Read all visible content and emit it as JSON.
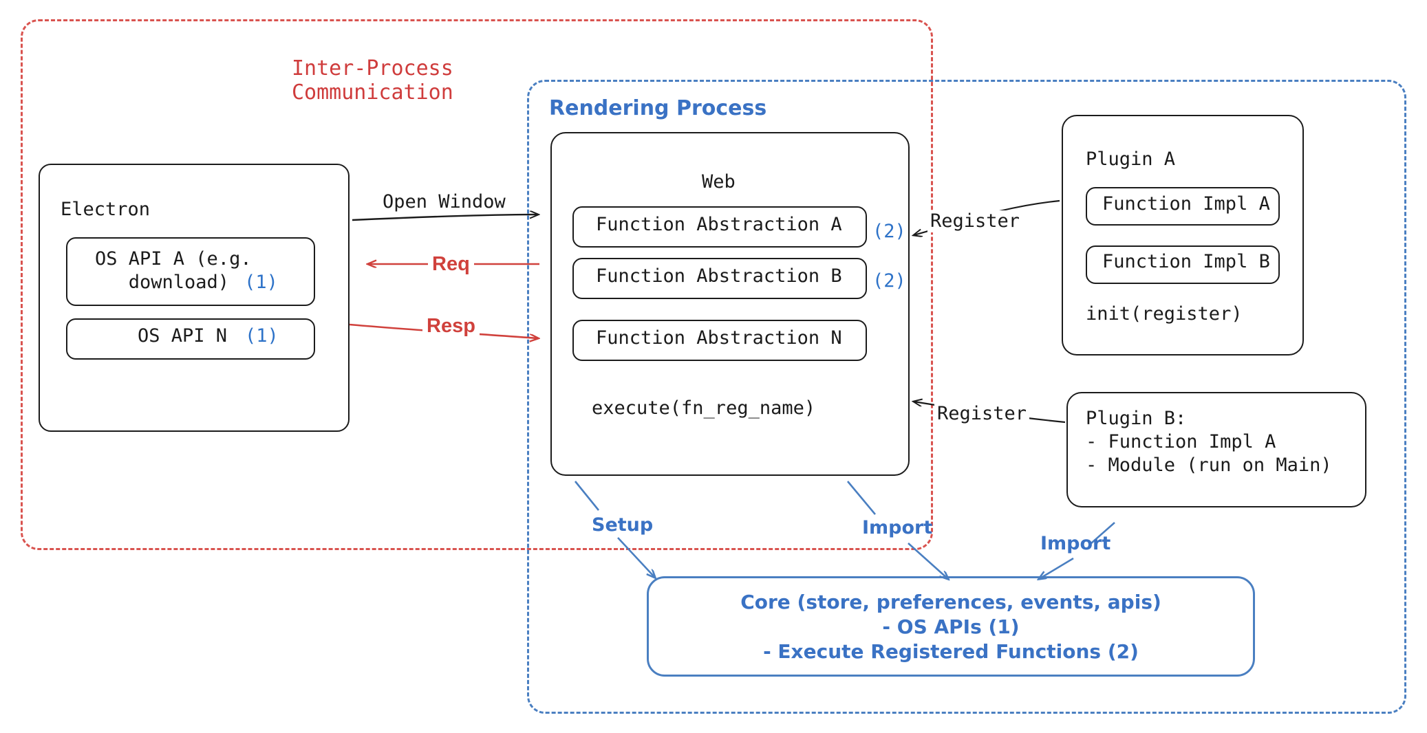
{
  "containers": {
    "ipc": {
      "title": "Inter-Process\nCommunication",
      "color": "#cf3c3c",
      "style": "dashed"
    },
    "rendering": {
      "title": "Rendering Process",
      "color": "#3a72c4",
      "style": "dashed"
    }
  },
  "electron": {
    "title": "Electron",
    "os_api_a": {
      "text": "OS API A (e.g.\n   download)",
      "badge": "(1)"
    },
    "os_api_n": {
      "text": "OS API N",
      "badge": "(1)"
    }
  },
  "web": {
    "title": "Web",
    "abstractions": [
      {
        "label": "Function Abstraction A",
        "badge": "(2)"
      },
      {
        "label": "Function Abstraction B",
        "badge": "(2)"
      },
      {
        "label": "Function Abstraction N",
        "badge": ""
      }
    ],
    "execute": "execute(fn_reg_name)"
  },
  "plugin_a": {
    "title": "Plugin A",
    "impl_a": "Function Impl A",
    "impl_b": "Function Impl B",
    "init": "init(register)"
  },
  "plugin_b": {
    "text": "Plugin B:\n- Function Impl A\n- Module (run on Main)"
  },
  "core": {
    "text": "Core (store, preferences, events, apis)\n- OS APIs (1)\n- Execute Registered Functions (2)",
    "color": "#3a72c4"
  },
  "edges": {
    "open_window": "Open Window",
    "req": "Req",
    "resp": "Resp",
    "register_plugin_a": "Register",
    "register_plugin_b": "Register",
    "setup": "Setup",
    "import_web": "Import",
    "import_plugin_b": "Import"
  },
  "colors": {
    "red": "#d0413c",
    "red_dashed": "#d9534f",
    "blue": "#3a72c4",
    "blue_dashed": "#4a7fc1",
    "blue_badge": "#2d72c8",
    "ink": "#1b1b1b"
  }
}
